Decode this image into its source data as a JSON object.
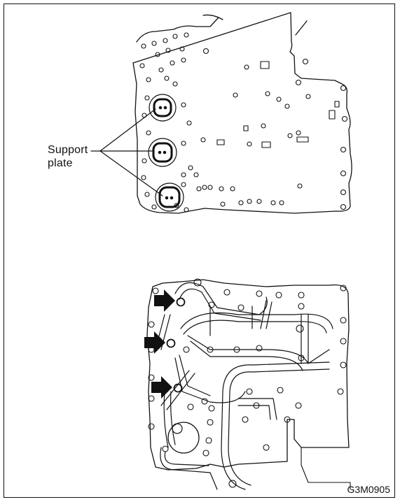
{
  "figure": {
    "callout": {
      "line1": "Support",
      "line2": "plate"
    },
    "code": "G3M0905"
  },
  "icons": [
    "arrow-right-icon",
    "arrow-right-icon",
    "arrow-right-icon"
  ]
}
